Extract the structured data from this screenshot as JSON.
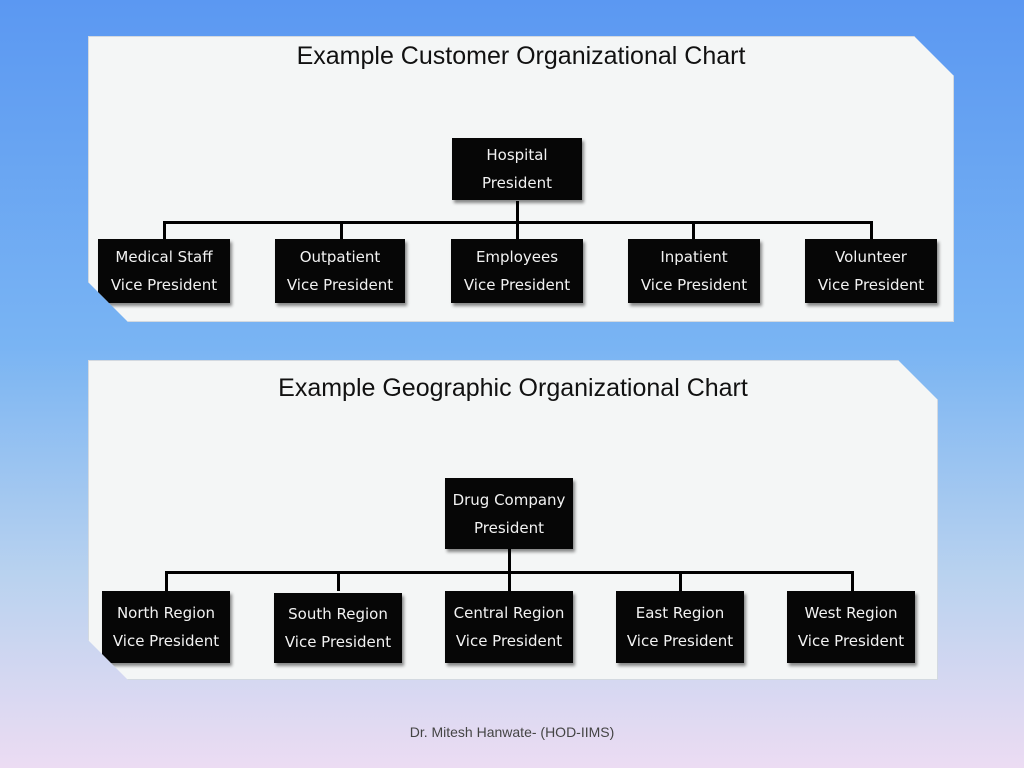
{
  "charts": [
    {
      "title": "Example Customer Organizational Chart",
      "root": {
        "line1": "Hospital",
        "line2": "President"
      },
      "children": [
        {
          "line1": "Medical Staff",
          "line2": "Vice President"
        },
        {
          "line1": "Outpatient",
          "line2": "Vice President"
        },
        {
          "line1": "Employees",
          "line2": "Vice President"
        },
        {
          "line1": "Inpatient",
          "line2": "Vice President"
        },
        {
          "line1": "Volunteer",
          "line2": "Vice President"
        }
      ]
    },
    {
      "title": "Example Geographic Organizational Chart",
      "root": {
        "line1": "Drug Company",
        "line2": "President"
      },
      "children": [
        {
          "line1": "North Region",
          "line2": "Vice President"
        },
        {
          "line1": "South Region",
          "line2": "Vice President"
        },
        {
          "line1": "Central Region",
          "line2": "Vice President"
        },
        {
          "line1": "East Region",
          "line2": "Vice President"
        },
        {
          "line1": "West Region",
          "line2": "Vice President"
        }
      ]
    }
  ],
  "footer": "Dr. Mitesh Hanwate- (HOD-IIMS)"
}
